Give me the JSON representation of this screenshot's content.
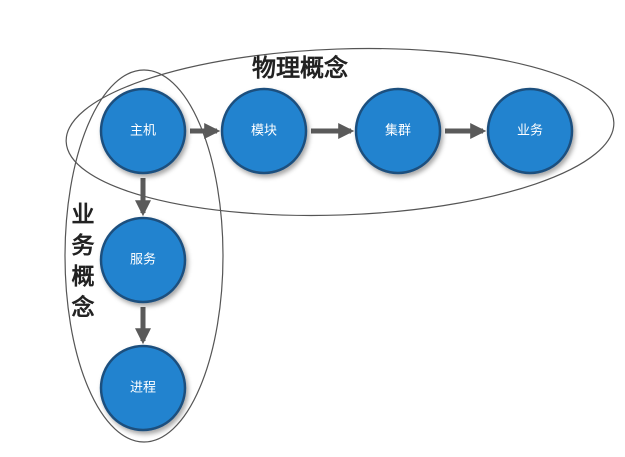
{
  "groups": {
    "physical": {
      "label": "物理概念"
    },
    "business": {
      "label_chars": [
        "业",
        "务",
        "概",
        "念"
      ]
    }
  },
  "nodes": {
    "host": "主机",
    "module": "模块",
    "cluster": "集群",
    "business": "业务",
    "service": "服务",
    "process": "进程"
  },
  "edges": [
    {
      "from": "host",
      "to": "module"
    },
    {
      "from": "module",
      "to": "cluster"
    },
    {
      "from": "cluster",
      "to": "business"
    },
    {
      "from": "host",
      "to": "service"
    },
    {
      "from": "service",
      "to": "process"
    }
  ],
  "colors": {
    "node_fill": "#2383cf",
    "node_stroke": "#1c4f7e",
    "arrow": "#5a5a5a",
    "group_outline": "#555555"
  }
}
